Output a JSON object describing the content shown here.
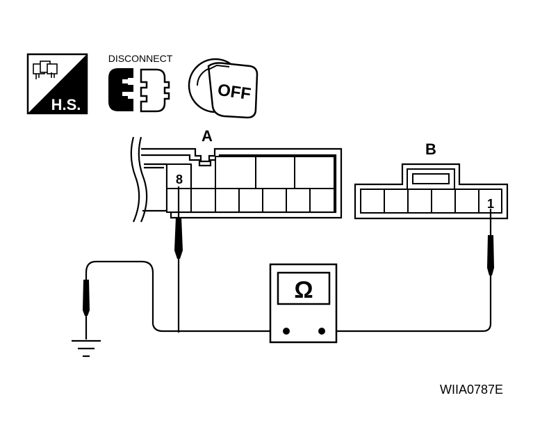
{
  "icons": {
    "harness_label": "H.S.",
    "disconnect_label": "DISCONNECT",
    "ignition_label": "OFF"
  },
  "connector_a": {
    "label": "A",
    "pin": "8"
  },
  "connector_b": {
    "label": "B",
    "pin": "1"
  },
  "meter": {
    "symbol": "Ω"
  },
  "figure_code": "WIIA0787E",
  "colors": {
    "line": "#000000",
    "background": "#ffffff"
  }
}
